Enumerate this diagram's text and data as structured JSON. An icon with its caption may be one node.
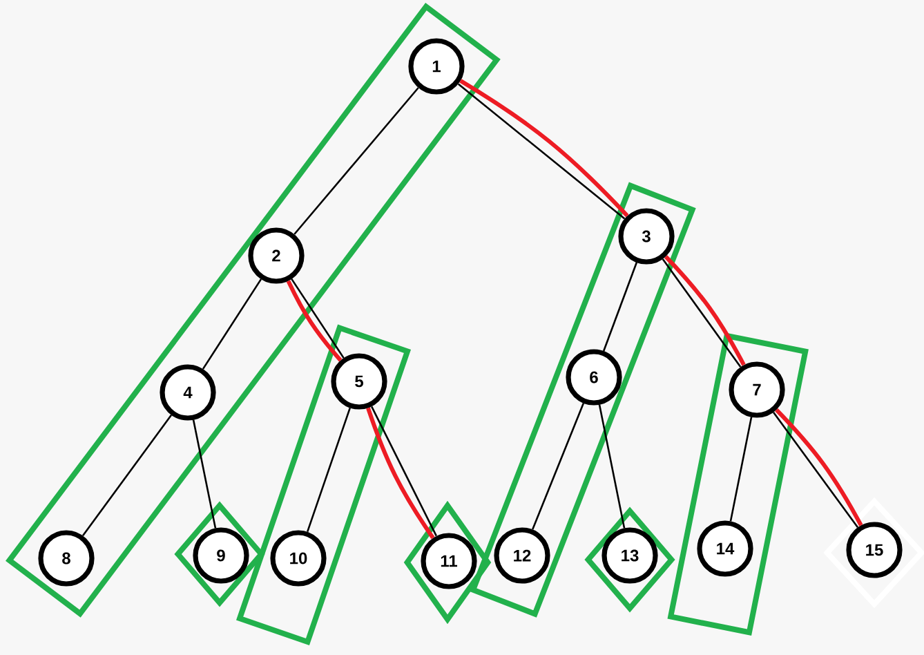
{
  "diagram": {
    "nodes": [
      {
        "text": [],
        "shape": "box"
      },
      {
        "text": [],
        "shape": "box"
      },
      {
        "text": [],
        "shape": "box"
      },
      {
        "text": [],
        "shape": "box"
      },
      {
        "text": [],
        "shape": "diamond"
      },
      {
        "text": [],
        "shape": "diamond"
      },
      {
        "text": [],
        "shape": "diamond"
      },
      {
        "text": [],
        "shape": "diamond"
      },
      {
        "text": [
          "1"
        ],
        "in": 0
      },
      {
        "text": [
          "2"
        ],
        "in": 0
      },
      {
        "text": [
          "3"
        ],
        "in": 1
      },
      {
        "text": [
          "4"
        ],
        "in": 0
      },
      {
        "text": [
          "5"
        ],
        "in": 2
      },
      {
        "text": [
          "6"
        ],
        "in": 1
      },
      {
        "text": [
          "7"
        ],
        "in": 3
      },
      {
        "text": [
          "8"
        ],
        "in": 0
      },
      {
        "text": [
          "9"
        ],
        "in": 4
      },
      {
        "text": [
          "10"
        ],
        "in": 2
      },
      {
        "text": [
          "11"
        ],
        "in": 5
      },
      {
        "text": [
          "12"
        ],
        "in": 1
      },
      {
        "text": [
          "13"
        ],
        "in": 6
      },
      {
        "text": [
          "14"
        ],
        "in": 3
      },
      {
        "text": [
          "15"
        ],
        "in": 7
      }
    ],
    "edges": [
      {
        "from": 8,
        "to": 9,
        "arrow": "none"
      },
      {
        "from": 8,
        "to": 10,
        "arrow": "none"
      },
      {
        "from": 9,
        "to": 11,
        "arrow": "none"
      },
      {
        "from": 9,
        "to": 12,
        "arrow": "none"
      },
      {
        "from": 10,
        "to": 13,
        "arrow": "none"
      },
      {
        "from": 10,
        "to": 14,
        "arrow": "none"
      },
      {
        "from": 11,
        "to": 15,
        "arrow": "none"
      },
      {
        "from": 11,
        "to": 16,
        "arrow": "none"
      },
      {
        "from": 12,
        "to": 17,
        "arrow": "none"
      },
      {
        "from": 12,
        "to": 18,
        "arrow": "none"
      },
      {
        "from": 13,
        "to": 19,
        "arrow": "none"
      },
      {
        "from": 13,
        "to": 20,
        "arrow": "none"
      },
      {
        "from": 14,
        "to": 21,
        "arrow": "none"
      },
      {
        "from": 14,
        "to": 22,
        "arrow": "none"
      },
      {
        "from": 8,
        "to": 10,
        "arrow": "none",
        "style": "thick",
        "color": "#ed1c24"
      },
      {
        "from": 10,
        "to": 14,
        "arrow": "none",
        "style": "thick",
        "color": "#ed1c24"
      },
      {
        "from": 14,
        "to": 22,
        "arrow": "none",
        "style": "thick",
        "color": "#ed1c24"
      },
      {
        "from": 9,
        "to": 12,
        "arrow": "none",
        "style": "thick",
        "color": "#ed1c24"
      },
      {
        "from": 12,
        "to": 18,
        "arrow": "none",
        "style": "thick",
        "color": "#ed1c24"
      }
    ]
  }
}
